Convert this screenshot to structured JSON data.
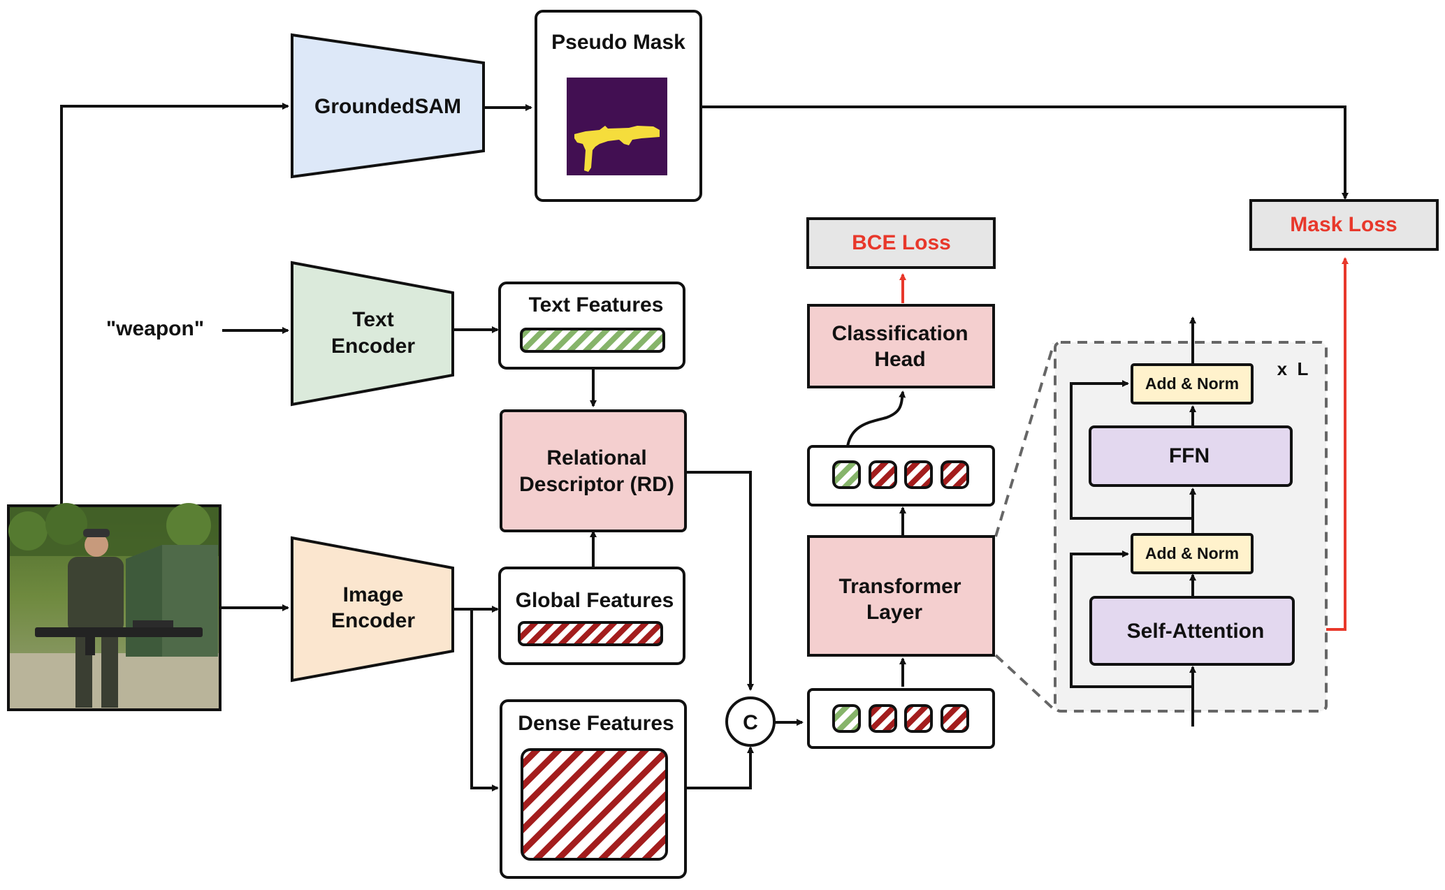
{
  "nodes": {
    "grounded_sam": "GroundedSAM",
    "pseudo_mask": "Pseudo Mask",
    "mask_loss": "Mask Loss",
    "bce_loss": "BCE Loss",
    "text_prompt": "\"weapon\"",
    "text_encoder": [
      "Text",
      "Encoder"
    ],
    "text_features": "Text Features",
    "relational_descriptor": [
      "Relational",
      "Descriptor (RD)"
    ],
    "global_features": "Global Features",
    "image_encoder": [
      "Image",
      "Encoder"
    ],
    "dense_features": "Dense Features",
    "concat": "C",
    "classification_head": [
      "Classification",
      "Head"
    ],
    "transformer_layer": [
      "Transformer",
      "Layer"
    ]
  },
  "transformer_block": {
    "repeat": "x  L",
    "add_norm_top": "Add & Norm",
    "ffn": "FFN",
    "add_norm_bottom": "Add & Norm",
    "self_attention": "Self-Attention"
  },
  "colors": {
    "sam_blue": "#dde8f8",
    "text_green": "#dbeadb",
    "image_peach": "#fbe6cf",
    "pink": "#f4cfcf",
    "lavender": "#e3d8ef",
    "cream": "#fff2cc",
    "loss_gray": "#e6e6e6",
    "loss_red": "#e8382b",
    "stripe_green": "#86b46a",
    "stripe_red": "#a31d1d",
    "mask_bg": "#420f52",
    "mask_fg": "#f5dd3c",
    "panel_gray": "#f2f2f2"
  }
}
